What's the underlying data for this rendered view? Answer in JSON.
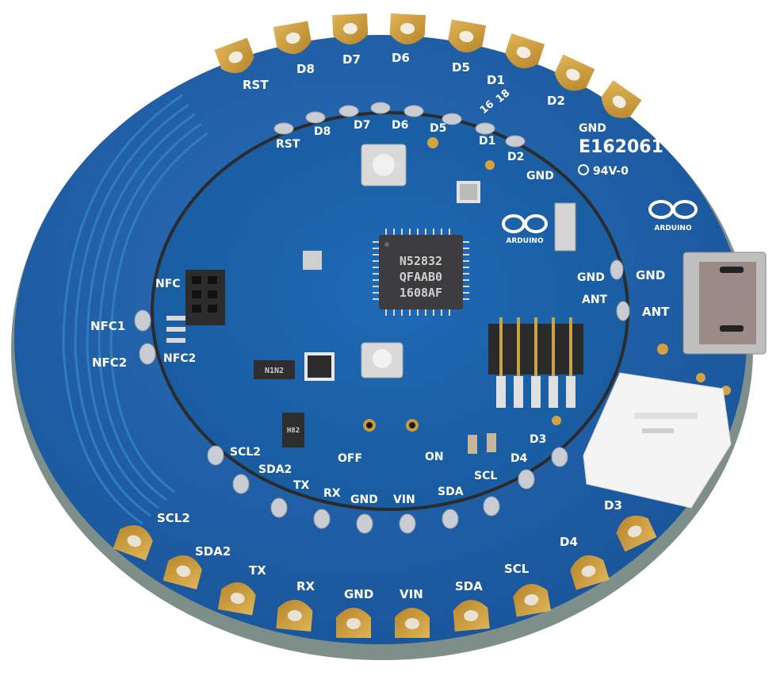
{
  "scene": {
    "subject": "Arduino Primo Core circular development board",
    "background_color": "#ffffff",
    "board_color": "#1f5fa8",
    "inner_board_color": "#1a64b0",
    "pad_color": "#c89a3c"
  },
  "outer_ring": {
    "top_labels": [
      "RST",
      "D8",
      "D7",
      "D6",
      "D5",
      "D1",
      "D2",
      "GND"
    ],
    "top_extra_labels": [
      "16",
      "18"
    ],
    "right_labels": [
      "GND",
      "ANT"
    ],
    "bottom_labels": [
      "SCL2",
      "SDA2",
      "TX",
      "RX",
      "GND",
      "VIN",
      "SDA",
      "SCL",
      "D4",
      "D3"
    ],
    "left_labels": [
      "NFC1",
      "NFC2"
    ],
    "certification": {
      "code": "E162061",
      "rating": "94V-0"
    },
    "logo": {
      "text": "ARDUINO"
    }
  },
  "inner_board": {
    "top_labels": [
      "RST",
      "D8",
      "D7",
      "D6",
      "D5",
      "D1",
      "D2",
      "GND"
    ],
    "right_labels": [
      "GND",
      "ANT"
    ],
    "bottom_labels": [
      "SCL2",
      "SDA2",
      "TX",
      "RX",
      "GND",
      "VIN",
      "SDA",
      "SCL",
      "D4",
      "D3"
    ],
    "left_labels": [
      "NFC",
      "NFC2"
    ],
    "switch_labels": {
      "off": "OFF",
      "on": "ON"
    },
    "logo": {
      "text": "ARDUINO"
    },
    "main_chip": {
      "lines": [
        "N52832",
        "QFAAB0",
        "1608AF"
      ]
    },
    "transistor_marking": "N1N2",
    "small_chip_marking": "H82"
  },
  "connectors": {
    "usb": "micro-usb-port",
    "battery": "jst-connector"
  }
}
